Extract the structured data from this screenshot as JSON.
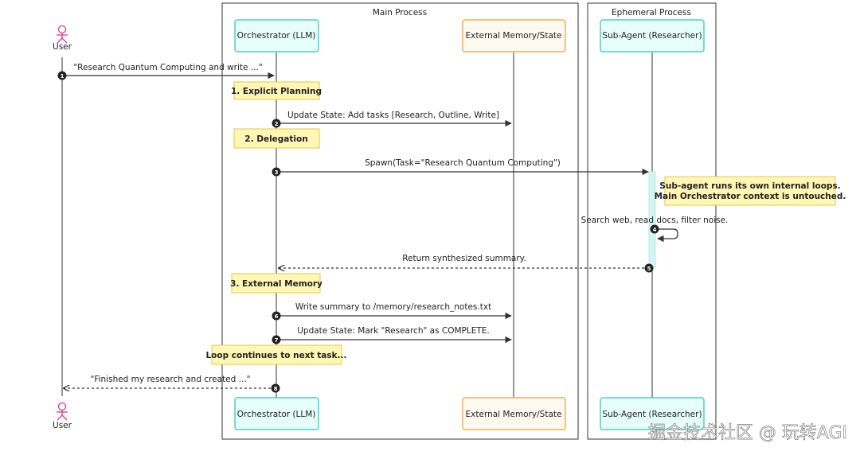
{
  "groups": {
    "main_process": "Main Process",
    "ephemeral_process": "Ephemeral Process"
  },
  "participants": {
    "user": "User",
    "orchestrator": "Orchestrator (LLM)",
    "memory": "External Memory/State",
    "subagent": "Sub-Agent (Researcher)"
  },
  "messages": [
    {
      "n": "1",
      "text": "\"Research Quantum Computing and write ...\""
    },
    {
      "n": "2",
      "text": "Update State: Add tasks [Research, Outline, Write]"
    },
    {
      "n": "3",
      "text": "Spawn(Task=\"Research Quantum Computing\")"
    },
    {
      "n": "4",
      "text": "Search web, read docs, filter noise."
    },
    {
      "n": "5",
      "text": "Return synthesized summary."
    },
    {
      "n": "6",
      "text": "Write summary to /memory/research_notes.txt"
    },
    {
      "n": "7",
      "text": "Update State: Mark \"Research\" as COMPLETE."
    },
    {
      "n": "8",
      "text": "\"Finished my research and created ...\""
    }
  ],
  "notes": {
    "planning": "1. Explicit Planning",
    "delegation": "2. Delegation",
    "external_memory": "3. External Memory",
    "loop": "Loop continues to next task...",
    "subagent_line1": "Sub-agent runs its own internal loops.",
    "subagent_line2": "Main Orchestrator context is untouched."
  },
  "watermark": "掘金技术社区 @ 玩转AGI",
  "colors": {
    "orchestrator_border": "#4fd1c5",
    "orchestrator_fill": "#e6fffa",
    "memory_border": "#f6ad55",
    "memory_fill": "#fffaf0",
    "note_border": "#e6c84a",
    "note_fill": "#fff7b3",
    "activation_fill": "#d6f5f1",
    "user_icon": "#d53f8c"
  }
}
